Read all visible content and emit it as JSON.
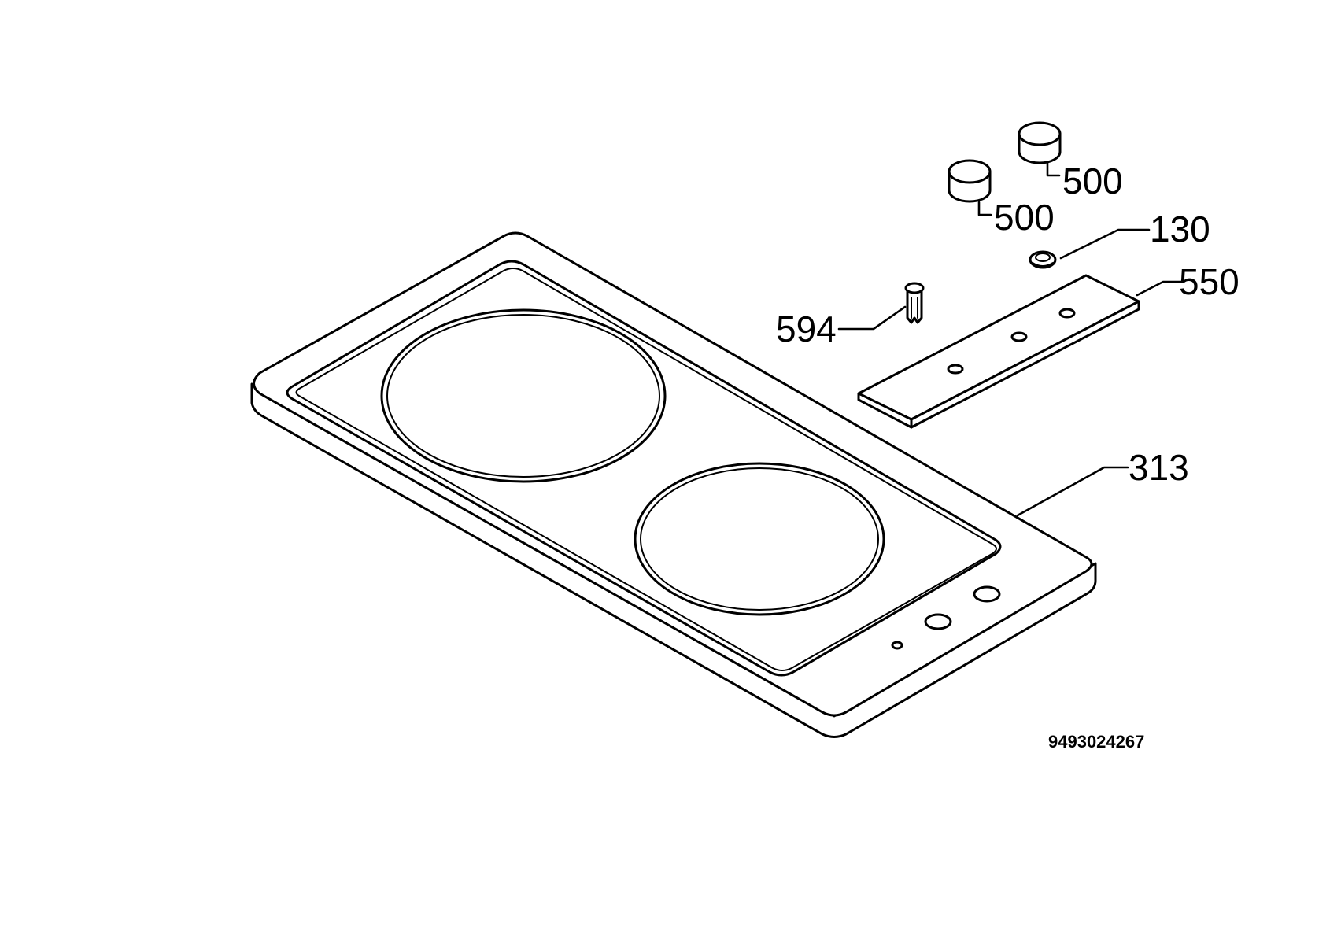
{
  "callouts": {
    "knob_right": "500",
    "knob_left": "500",
    "spring": "130",
    "control_strip": "550",
    "pin": "594",
    "hob_top": "313"
  },
  "reference_number": "9493024267"
}
